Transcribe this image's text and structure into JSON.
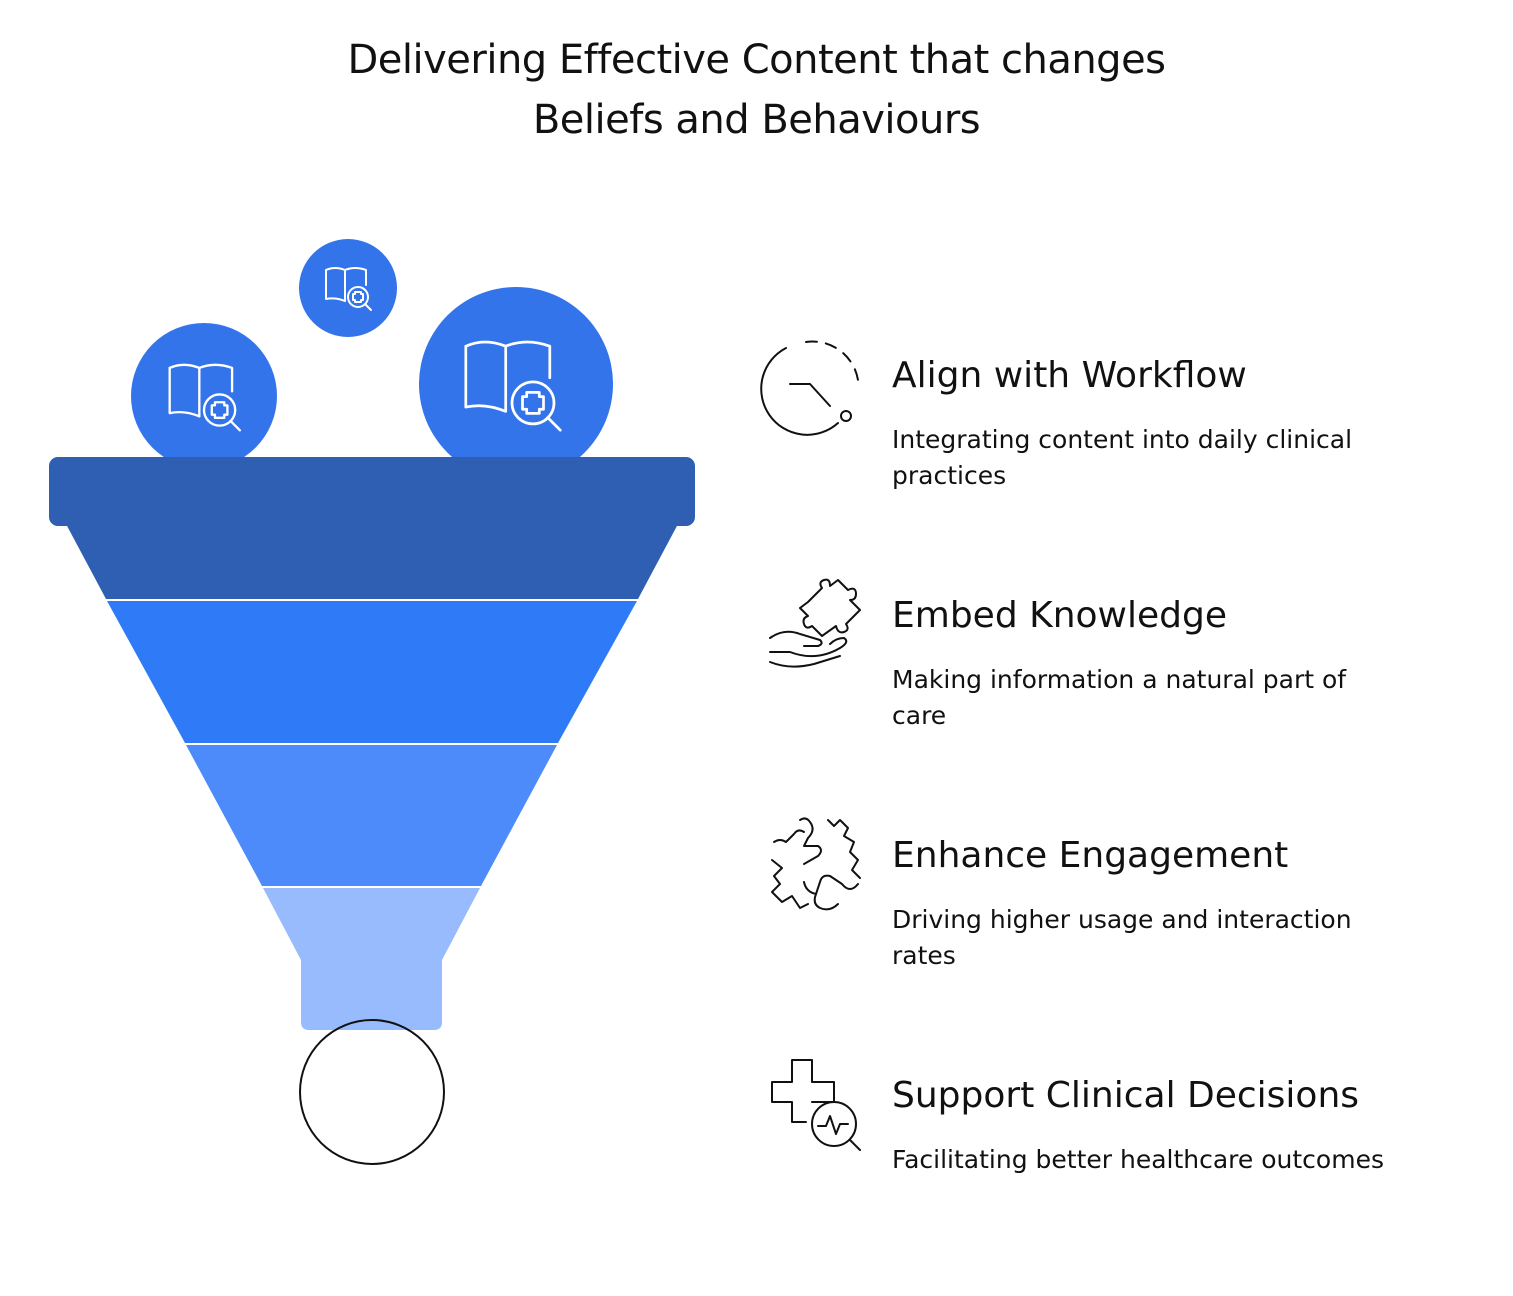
{
  "title": {
    "line1": "Delivering Effective Content that changes",
    "line2": "Beliefs and Behaviours"
  },
  "colors": {
    "rim": "#2e5fb3",
    "band1": "#2e5fb3",
    "band2": "#2f7bf7",
    "band3": "#4c8bf9",
    "band4": "#97bbfd",
    "bubble": "#3374ea",
    "ink": "#111111"
  },
  "funnel_icons": [
    "book-medical-search-icon",
    "book-medical-search-icon",
    "book-medical-search-icon"
  ],
  "steps": [
    {
      "title": "Align with Workflow",
      "desc": "Integrating content into daily clinical practices",
      "icon": "workflow-clock-icon"
    },
    {
      "title": "Embed Knowledge",
      "desc": "Making information a natural part of care",
      "icon": "hand-puzzle-icon"
    },
    {
      "title": "Enhance Engagement",
      "desc": "Driving higher usage and interaction rates",
      "icon": "hands-puzzle-icon"
    },
    {
      "title": "Support Clinical Decisions",
      "desc": "Facilitating better healthcare outcomes",
      "icon": "medical-cross-analysis-icon"
    }
  ]
}
